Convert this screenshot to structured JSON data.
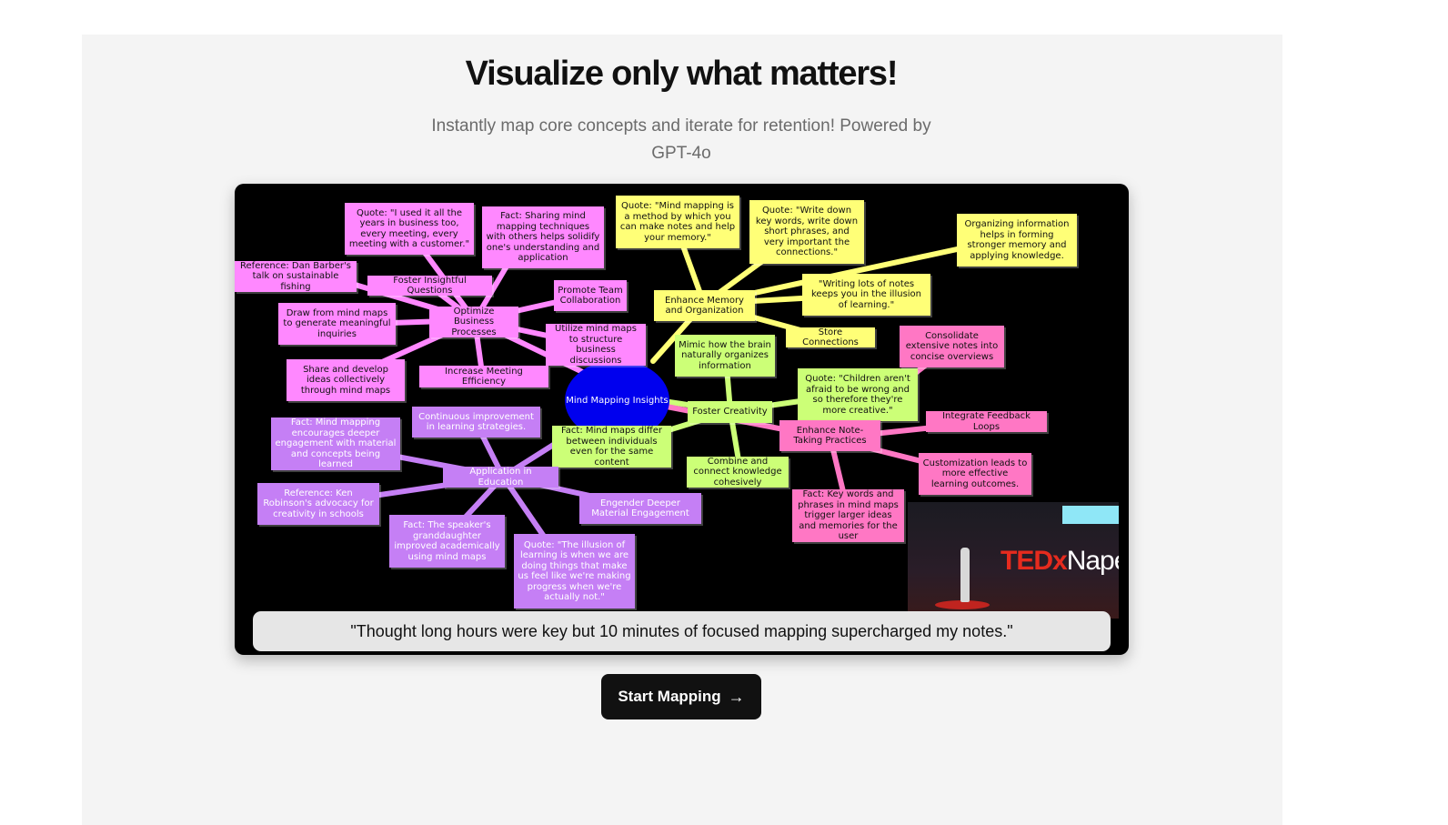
{
  "hero": {
    "title": "Visualize only what matters!",
    "subtitle": "Instantly map core concepts and iterate for retention! Powered by GPT-4o"
  },
  "mind_map": {
    "center": "Mind Mapping Insights",
    "colors": {
      "pink": "#ff88ff",
      "purple": "#c57ff5",
      "yellow": "#ffff77",
      "green": "#ccff77",
      "rose": "#ff77c4",
      "center": "#0000ee"
    },
    "nodes": {
      "quote_business": "Quote: \"I used it all the years in business too, every meeting, every meeting with a customer.\"",
      "fact_sharing": "Fact: Sharing mind mapping techniques with others helps solidify one's understanding and application",
      "ref_barber": "Reference: Dan Barber's talk on sustainable fishing",
      "foster_questions": "Foster Insightful Questions",
      "promote_team": "Promote Team Collaboration",
      "optimize_business": "Optimize Business Processes",
      "draw_inquiries": "Draw from mind maps to generate meaningful inquiries",
      "utilize_maps": "Utilize mind maps to structure business discussions",
      "share_ideas": "Share and develop ideas collectively through mind maps",
      "meeting_efficiency": "Increase Meeting Efficiency",
      "quote_method": "Quote: \"Mind mapping is a method by which you can make notes and help your memory.\"",
      "quote_keywords": "Quote: \"Write down key words, write down short phrases, and very important the connections.\"",
      "organizing_info": "Organizing information helps in forming stronger memory and applying knowledge.",
      "enhance_memory": "Enhance Memory and Organization",
      "writing_notes": "\"Writing lots of notes keeps you in the illusion of learning.\"",
      "store_connections": "Store Connections",
      "consolidate_notes": "Consolidate extensive notes into concise overviews",
      "mimic_brain": "Mimic how the brain naturally organizes information",
      "quote_children": "Quote: \"Children aren't afraid to be wrong and so therefore they're more creative.\"",
      "foster_creativity": "Foster Creativity",
      "integrate_feedback": "Integrate Feedback Loops",
      "enhance_notetaking": "Enhance Note-Taking Practices",
      "continuous_improvement": "Continuous improvement in learning strategies.",
      "fact_differ": "Fact: Mind maps differ between individuals even for the same content",
      "fact_engagement": "Fact: Mind mapping encourages deeper engagement with material and concepts being learned",
      "application_education": "Application in Education",
      "combine_knowledge": "Combine and connect knowledge cohesively",
      "customization": "Customization leads to more effective learning outcomes.",
      "ref_robinson": "Reference: Ken Robinson's advocacy for creativity in schools",
      "deeper_engagement": "Engender Deeper Material Engagement",
      "fact_keywords": "Fact: Key words and phrases in mind maps trigger larger ideas and memories for the user",
      "fact_granddaughter": "Fact: The speaker's granddaughter improved academically using mind maps",
      "quote_illusion": "Quote: \"The illusion of learning is when we are doing things that make us feel like we're making progress when we're actually not.\""
    }
  },
  "video_thumb": {
    "logo_ted": "TEDx",
    "logo_city": "Naperville"
  },
  "caption": "\"Thought long hours were key but 10 minutes of focused mapping supercharged my notes.\"",
  "cta": {
    "label": "Start Mapping",
    "icon": "arrow-right-icon",
    "icon_glyph": "→"
  }
}
